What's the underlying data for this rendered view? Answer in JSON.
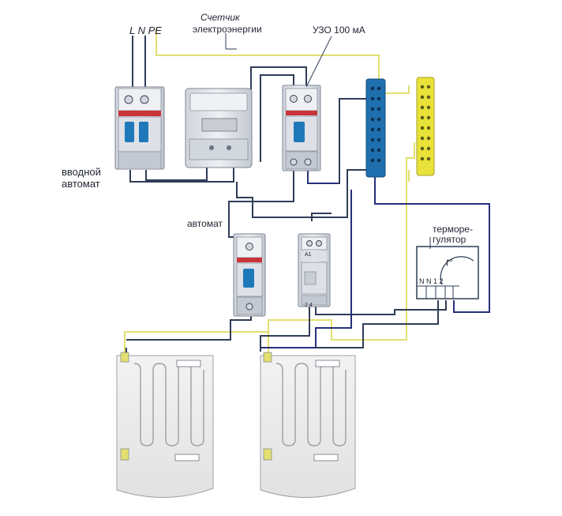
{
  "labels": {
    "input_lines": "L  N PE",
    "meter_line1": "Счетчик",
    "meter_line2": "электроэнергии",
    "rcd": "УЗО 100 мА",
    "main_breaker_line1": "вводной",
    "main_breaker_line2": "автомат",
    "breaker": "автомат",
    "thermostat_line1": "терморе-",
    "thermostat_line2": "гулятор",
    "thermostat_symbol": "t°",
    "thermostat_terminals": "N N 1 2",
    "contactor_a1": "A1",
    "contactor_terminals": "2  4"
  },
  "colors": {
    "wire_dark": "#2f3d57",
    "wire_navy": "#26307a",
    "wire_yellow": "#e2e070",
    "device_body": "#e1e4ea",
    "device_shade": "#bfc5cf",
    "toggle_blue": "#1f78b9",
    "bus_blue": "#1f6fae",
    "bus_yellow": "#e8e23a",
    "mat_fill": "#ececec",
    "mat_coil": "#9aa0a8"
  }
}
